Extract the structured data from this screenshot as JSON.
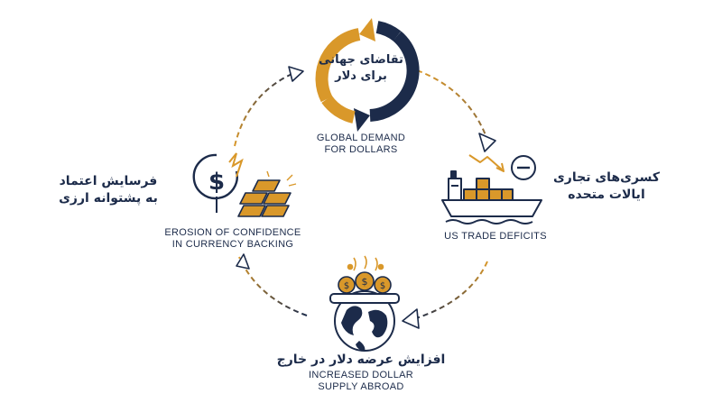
{
  "colors": {
    "navy": "#1c2b4a",
    "gold": "#d9982a",
    "stroke_grey": "#222222"
  },
  "nodes": {
    "top": {
      "fa": "تقاضای جهانی برای دلار",
      "en_line1": "GLOBAL DEMAND",
      "en_line2": "FOR DOLLARS",
      "icon": "cycle-arrows-icon"
    },
    "right": {
      "fa_line1": "کسری‌های تجاری",
      "fa_line2": "ایالات متحده",
      "en": "US TRADE DEFICITS",
      "icon": "cargo-ship-icon"
    },
    "bottom": {
      "fa": "افزایش عرضه دلار در خارج",
      "en_line1": "INCREASED DOLLAR",
      "en_line2": "SUPPLY ABROAD",
      "icon": "globe-money-bag-icon"
    },
    "left": {
      "fa_line1": "فرسایش اعتماد",
      "fa_line2": "به پشتوانه ارزی",
      "en_line1": "EROSION OF CONFIDENCE",
      "en_line2": "IN CURRENCY BACKING",
      "icon": "dollar-gold-bars-icon"
    }
  }
}
